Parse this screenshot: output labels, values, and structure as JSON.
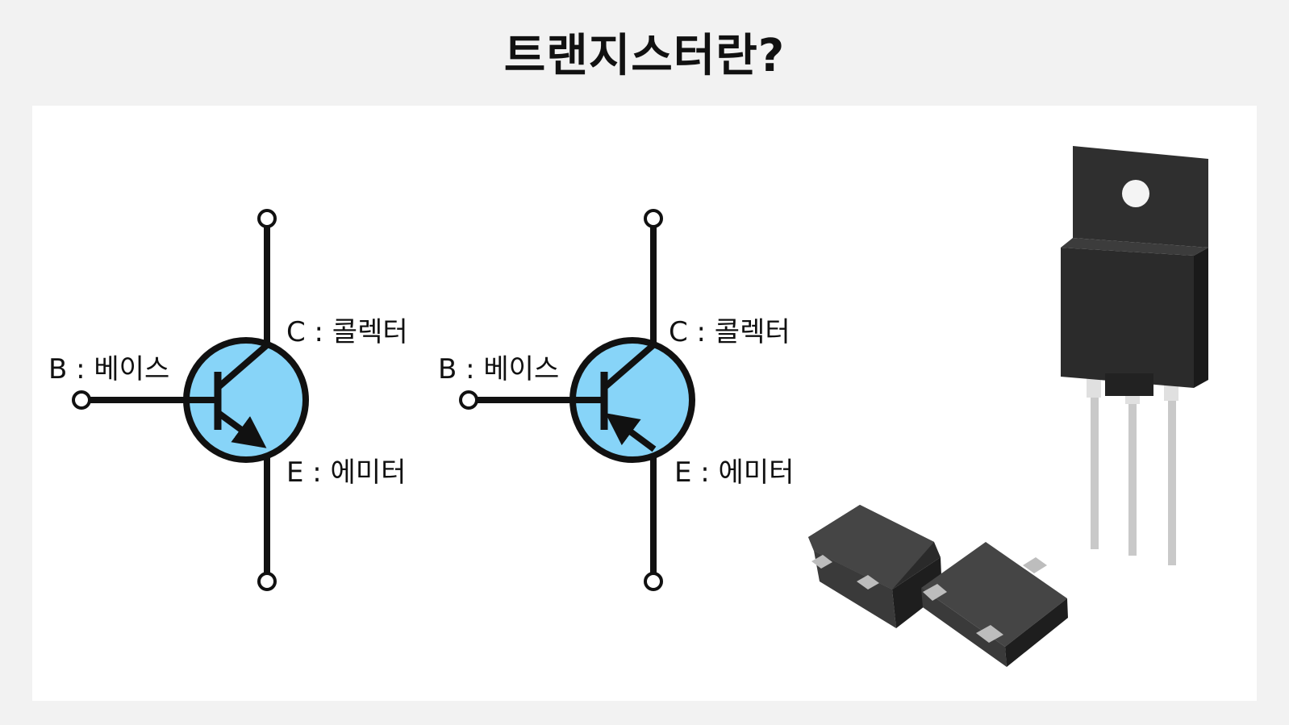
{
  "title": "트랜지스터란?",
  "symbols": [
    {
      "type": "NPN",
      "labels": {
        "collector": "C : 콜렉터",
        "base": "B : 베이스",
        "emitter": "E : 에미터"
      }
    },
    {
      "type": "PNP",
      "labels": {
        "collector": "C : 콜렉터",
        "base": "B : 베이스",
        "emitter": "E : 에미터"
      }
    }
  ],
  "colors": {
    "symbol_fill": "#87d4f8",
    "line": "#111111",
    "package": "#2e2e2e",
    "lead": "#c8c8c8"
  }
}
